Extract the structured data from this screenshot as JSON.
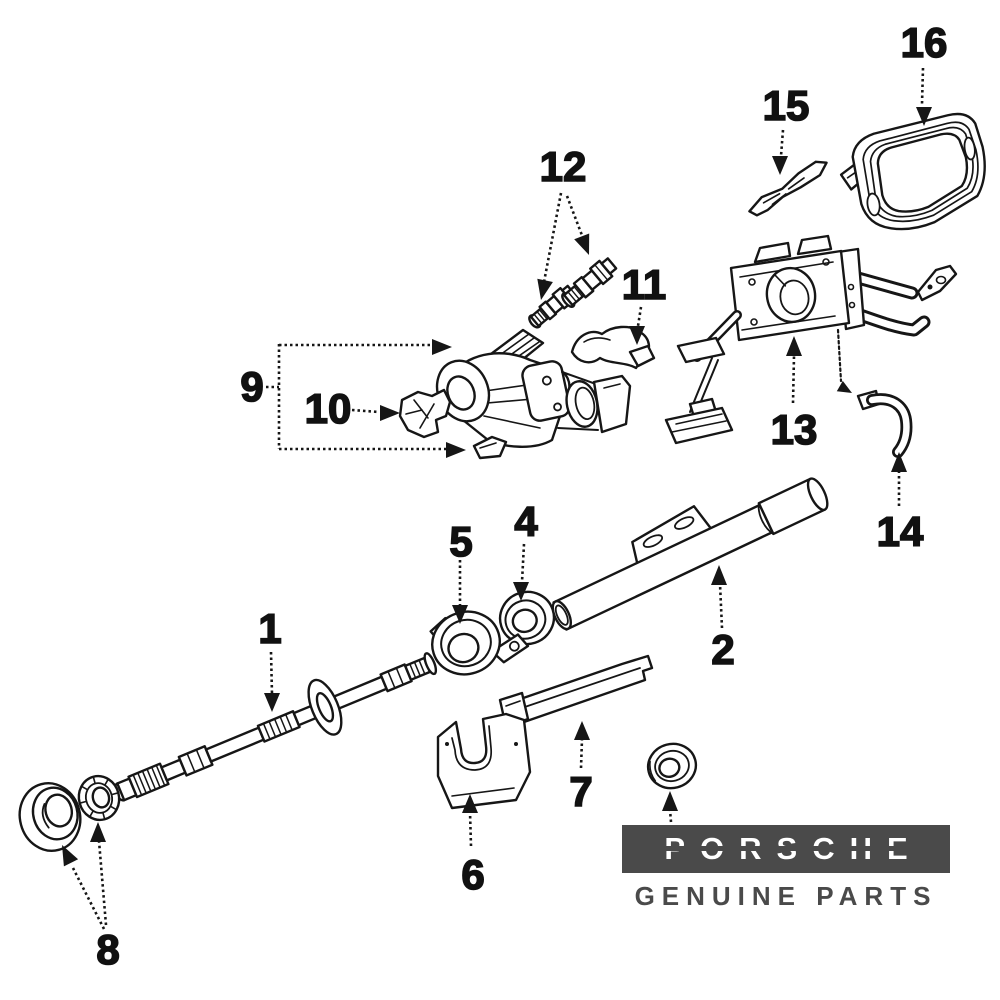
{
  "diagram": {
    "type": "exploded-parts-diagram",
    "subject": "steering-column-assembly",
    "callouts": [
      {
        "label": "1"
      },
      {
        "label": "2"
      },
      {
        "label": "4"
      },
      {
        "label": "5"
      },
      {
        "label": "6"
      },
      {
        "label": "7"
      },
      {
        "label": "8"
      },
      {
        "label": "9"
      },
      {
        "label": "10"
      },
      {
        "label": "11"
      },
      {
        "label": "12"
      },
      {
        "label": "13"
      },
      {
        "label": "14"
      },
      {
        "label": "15"
      },
      {
        "label": "16"
      }
    ]
  },
  "badge": {
    "brand": "PORSCHE",
    "tagline": "GENUINE PARTS"
  },
  "colors": {
    "line": "#161616",
    "badge_bg": "#4a4a4a",
    "badge_text": "#ffffff",
    "tagline_text": "#4a4a4a"
  }
}
